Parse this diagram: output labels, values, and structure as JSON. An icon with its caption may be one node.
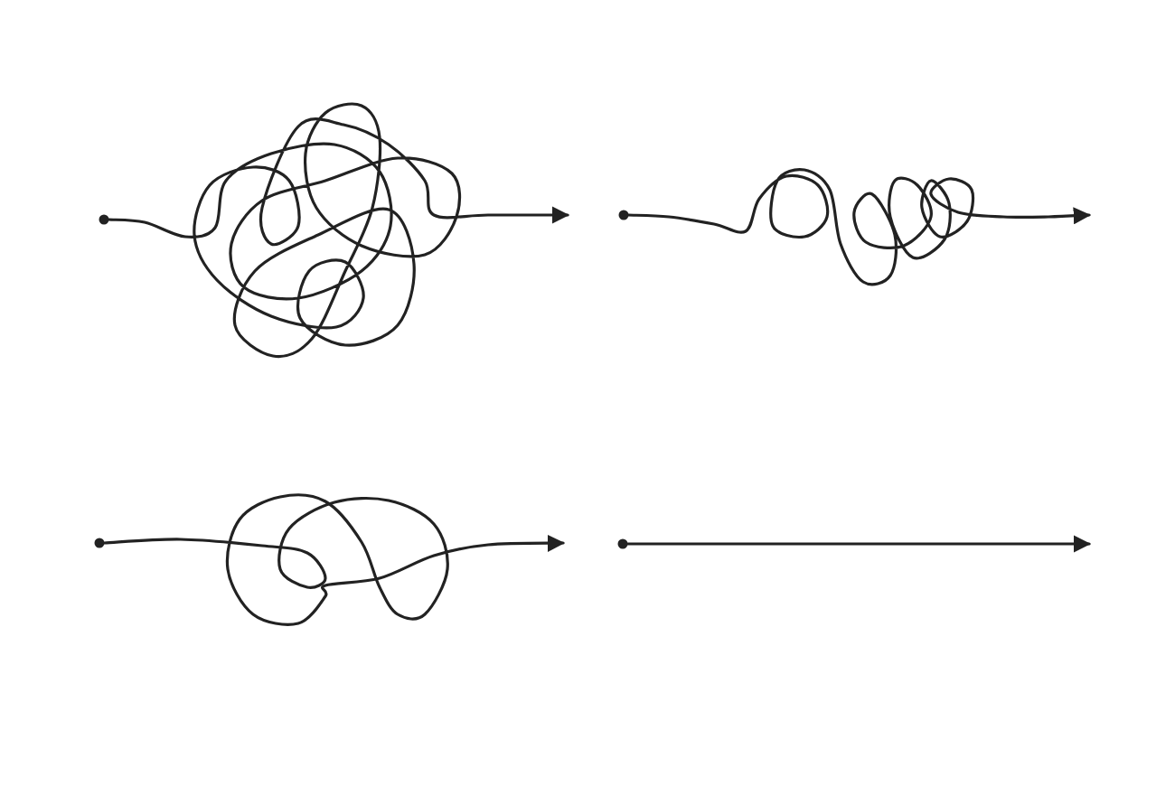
{
  "diagram": {
    "nodes": [
      {
        "text": [],
        "shape": "circle"
      },
      {
        "text": [],
        "shape": "circle"
      },
      {
        "text": [],
        "shape": "circle"
      },
      {
        "text": [],
        "shape": "circle"
      }
    ],
    "edges": [
      {
        "from": 0,
        "to": null,
        "arrow": "to"
      },
      {
        "from": 1,
        "to": null,
        "arrow": "to"
      },
      {
        "from": 2,
        "to": null,
        "arrow": "to"
      },
      {
        "from": 3,
        "to": null,
        "arrow": "to"
      }
    ]
  }
}
